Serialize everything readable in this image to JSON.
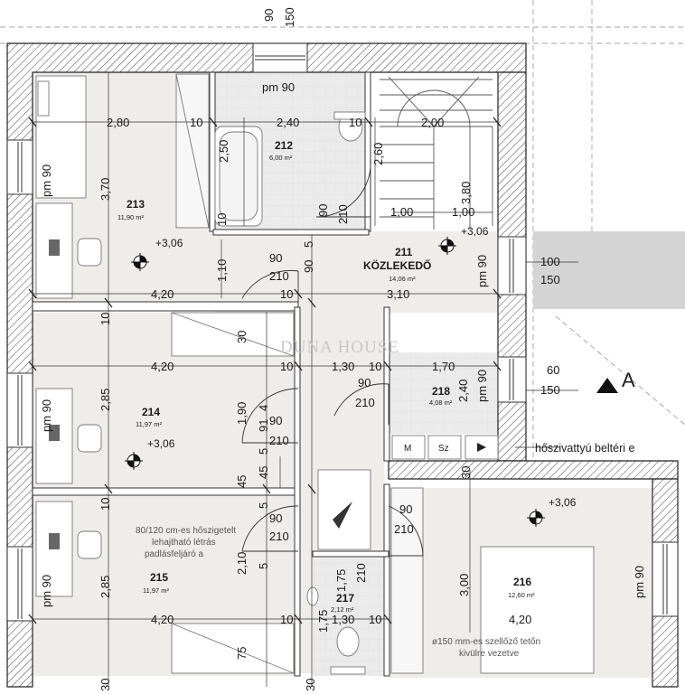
{
  "watermark": "DUNA HOUSE",
  "north_marker": "A",
  "note_heatpump": "hőszivattyú beltéri e",
  "note_ladder": [
    "80/120 cm-es hőszigetelt",
    "lehajtható létrás",
    "padlásfeljáró a"
  ],
  "note_vent": [
    "ø150 mm-es szellőző tetőn",
    "kivülre vezetve"
  ],
  "appliances": [
    "M",
    "Sz"
  ],
  "rooms": [
    {
      "number": "213",
      "area": "11,90 m²",
      "level": "+3,06"
    },
    {
      "number": "212",
      "area": "6,00 m²"
    },
    {
      "number": "211",
      "name": "KÖZLEKEDŐ",
      "area": "14,06 m²",
      "level": "+3,06"
    },
    {
      "number": "214",
      "area": "11,97 m²",
      "level": "+3,06"
    },
    {
      "number": "218",
      "area": "4,08 m²"
    },
    {
      "number": "215",
      "area": "11,97 m²"
    },
    {
      "number": "217",
      "area": "2,12 m²"
    },
    {
      "number": "216",
      "area": "12,60 m²",
      "level": "+3,06"
    }
  ],
  "dimensions": {
    "top_90": "90",
    "top_150": "150",
    "pm90_top": "pm 90",
    "w213": "2,80",
    "d213": "10",
    "w212": "2,40",
    "d212": "10",
    "w_stair": "2,00",
    "h212": "2,50",
    "h_stair": "2,60",
    "h213": "3,70",
    "h_stair2": "3,80",
    "pm90_213": "pm 90",
    "d10a": "10",
    "d90a": "90",
    "d210a": "210",
    "step1": "1,00",
    "step2": "1,00",
    "lvl_stair": "+3,06",
    "d5a": "5",
    "d90b": "90",
    "d110": "1,10",
    "d90c": "90",
    "d210b": "210",
    "pm90_211": "pm 90",
    "ext100": "100",
    "ext150": "150",
    "w420a": "4,20",
    "d10b": "10",
    "w310": "3,10",
    "d10c": "10",
    "d30a": "30",
    "w420b": "4,20",
    "d10d": "10",
    "w130a": "1,30",
    "d10e": "10",
    "w170": "1,70",
    "pm90_218": "pm 90",
    "ext60": "60",
    "ext150b": "150",
    "d90d": "90",
    "d210c": "210",
    "h240": "2,40",
    "pm90_214": "pm 90",
    "h285a": "2,85",
    "h190": "1,90",
    "d4": "4",
    "d91": "91",
    "d5b": "5",
    "d90e": "90",
    "d210d": "210",
    "d5c": "5",
    "d45a": "45",
    "d45b": "45",
    "d10f": "10",
    "d30b": "30",
    "d10g": "10",
    "d5d": "5",
    "d90f": "90",
    "d210e": "210",
    "d90g": "90",
    "d210f": "210",
    "pm90_215": "pm 90",
    "h285b": "2,85",
    "h210": "2,10",
    "d5e": "5",
    "d175a": "1,75",
    "d210g": "210",
    "d175b": "1,75",
    "h300": "3,00",
    "pm90_216": "pm 90",
    "w420c": "4,20",
    "d10h": "10",
    "w130b": "1,30",
    "d10i": "10",
    "w420d": "4,20",
    "d75": "75",
    "d30c": "30",
    "d30d": "30"
  }
}
